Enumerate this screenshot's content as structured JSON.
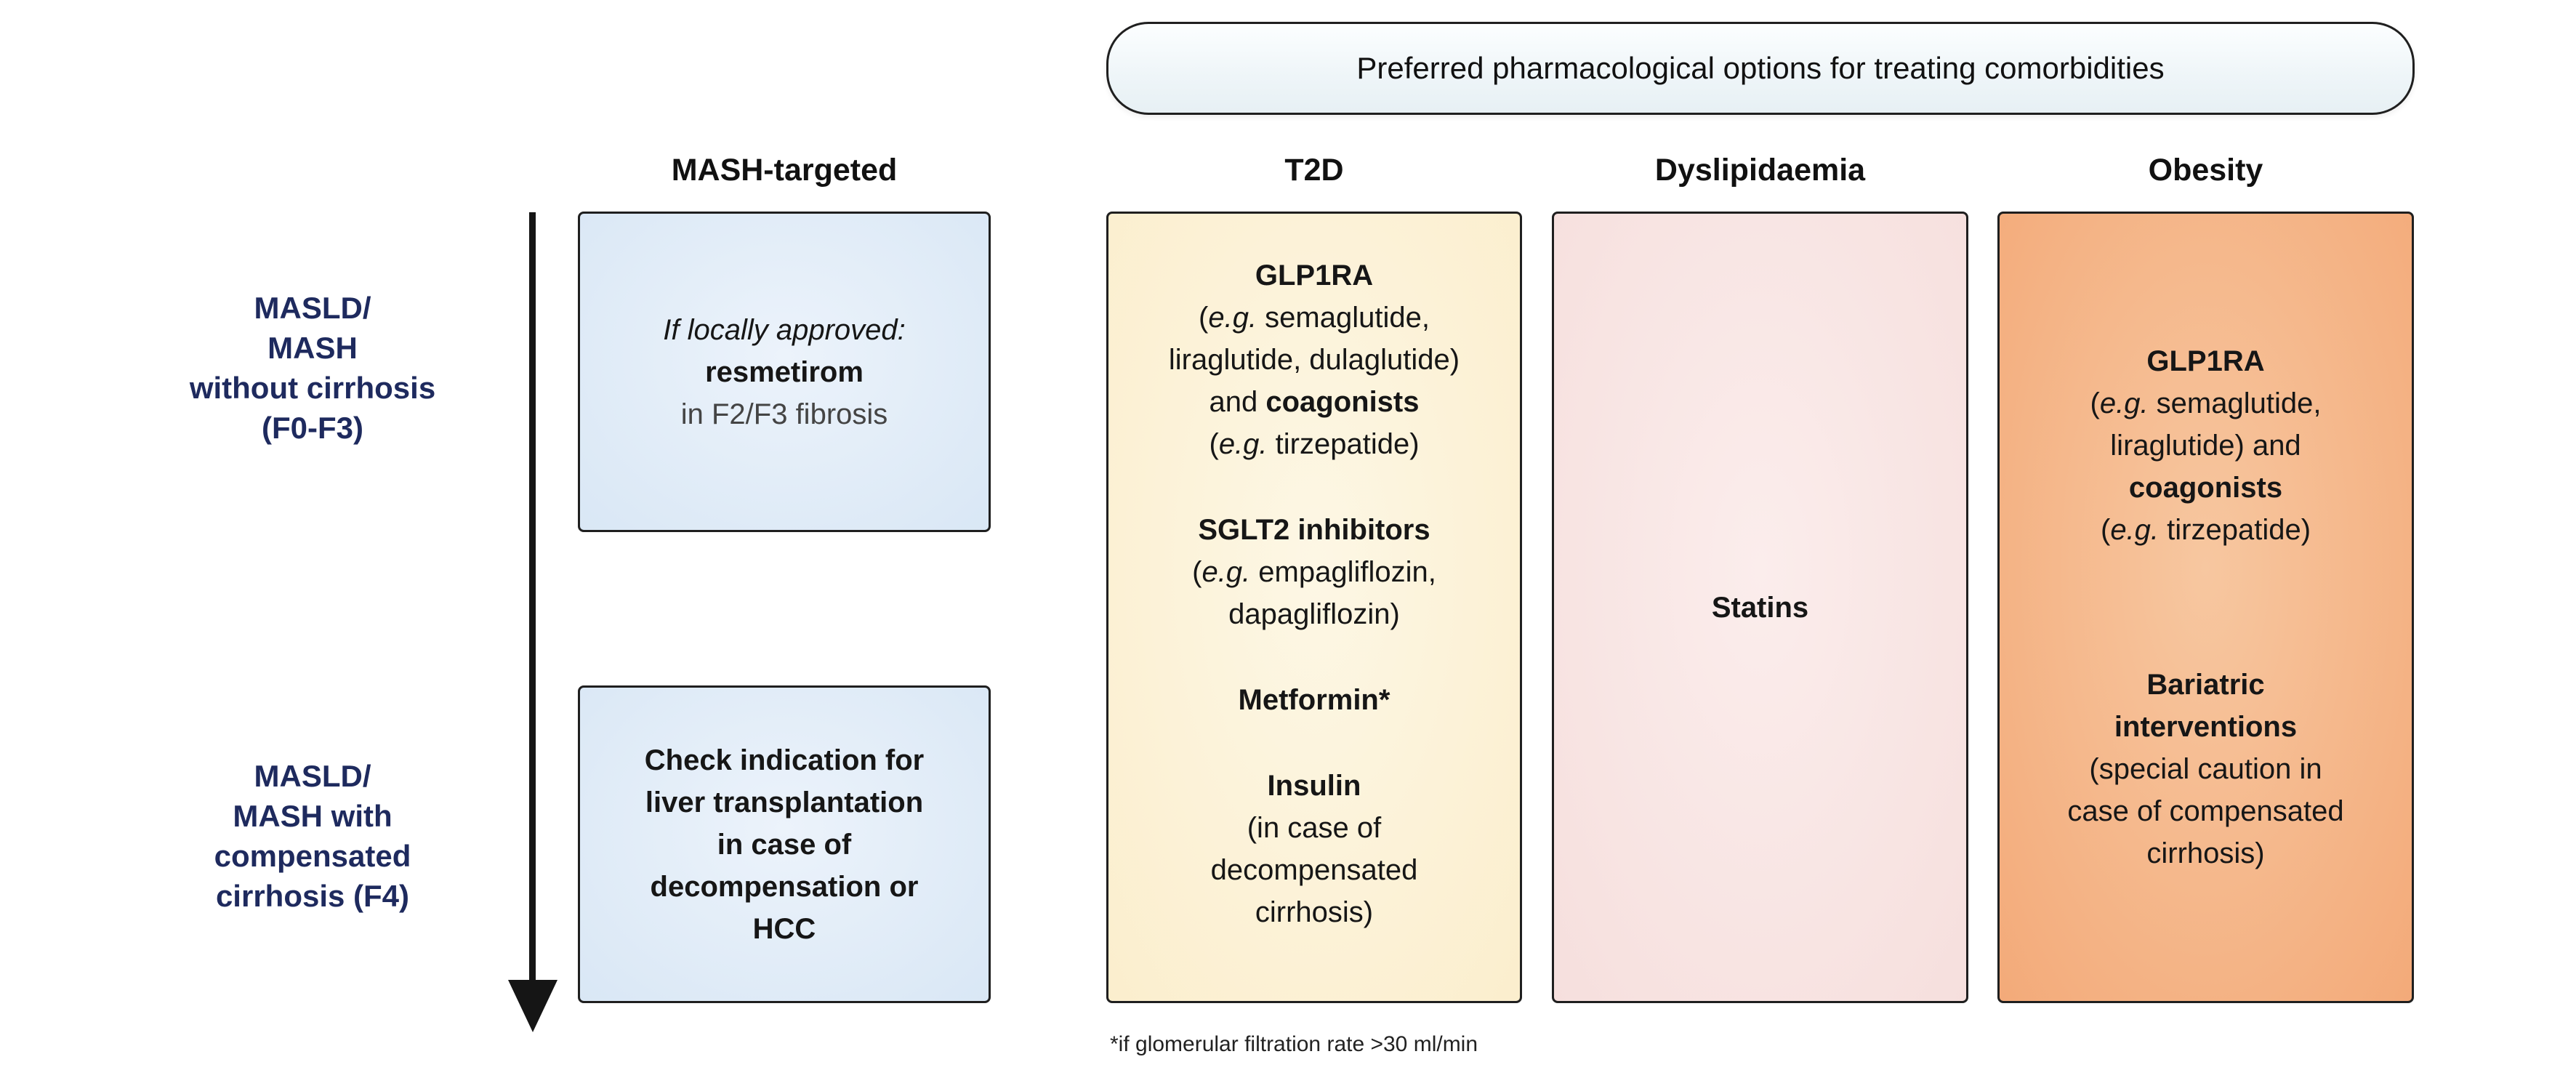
{
  "banner": {
    "text": "Preferred pharmacological options for treating comorbidities"
  },
  "column_headers": {
    "mash_targeted": "MASH-targeted",
    "t2d": "T2D",
    "dyslipidaemia": "Dyslipidaemia",
    "obesity": "Obesity"
  },
  "row_labels": {
    "no_cirrhosis": "MASLD/\nMASH\nwithout cirrhosis\n(F0-F3)",
    "compensated_cirrhosis": "MASLD/\nMASH with\ncompensated\ncirrhosis (F4)"
  },
  "common": {
    "eg": "e.g.",
    "paren_open": "("
  },
  "mash_targeted_column": {
    "box1": {
      "condition": "If locally approved:",
      "drug": "resmetirom",
      "detail": "in F2/F3 fibrosis"
    },
    "box2": {
      "text": "Check indication for\nliver transplantation\nin case of\ndecompensation or\nHCC"
    }
  },
  "t2d_column": {
    "glp1ra_heading": "GLP1RA",
    "glp1ra_examples": " semaglutide,\nliraglutide, dulaglutide)\nand ",
    "coagonists": "coagonists",
    "coagonists_examples_open": "\n(",
    "coagonists_examples": " tirzepatide)",
    "sglt2_heading": "SGLT2 inhibitors",
    "sglt2_examples": " empagliflozin,\ndapagliflozin)",
    "metformin": "Metformin*",
    "insulin": "Insulin",
    "insulin_note": "(in case of\ndecompensated\ncirrhosis)"
  },
  "dyslipidaemia_column": {
    "statins": "Statins"
  },
  "obesity_column": {
    "glp1ra_heading": "GLP1RA",
    "glp1ra_examples": " semaglutide,\nliraglutide) and\n",
    "coagonists": "coagonists",
    "coagonists_examples_open": "\n(",
    "coagonists_examples": " tirzepatide)",
    "bariatric_heading": "Bariatric\ninterventions",
    "bariatric_note": "(special caution in\ncase of compensated\ncirrhosis)"
  },
  "footnote": "*if glomerular filtration rate >30 ml/min",
  "colors": {
    "mash_box_fill": "#dce9f6",
    "t2d_box_fill": "#fcf2d8",
    "dyslipidaemia_box_fill": "#f8e4e2",
    "obesity_box_fill": "#f4b183",
    "row_label_text": "#1e2a5e"
  }
}
